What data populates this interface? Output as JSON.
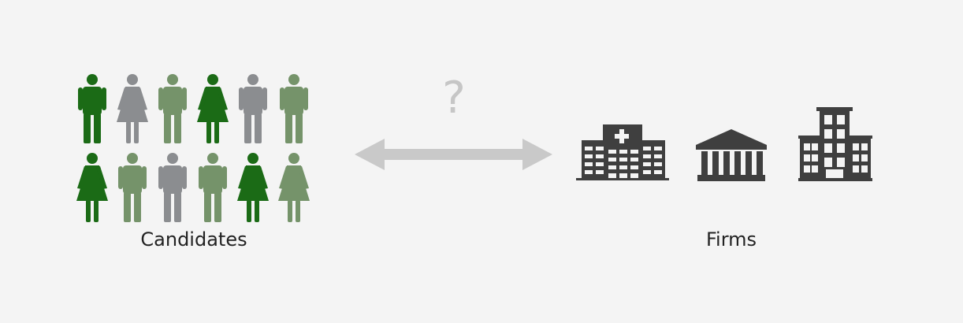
{
  "labels": {
    "candidates": "Candidates",
    "firms": "Firms",
    "question": "?"
  },
  "colors": {
    "background": "#f4f4f4",
    "dark_green": "#1b6b16",
    "light_green": "#75936a",
    "gray": "#8b8d90",
    "building": "#3f3f3f",
    "arrow": "#c9c9c9"
  },
  "candidates": [
    {
      "gender": "male",
      "color": "dark_green"
    },
    {
      "gender": "female",
      "color": "gray"
    },
    {
      "gender": "male",
      "color": "light_green"
    },
    {
      "gender": "female",
      "color": "dark_green"
    },
    {
      "gender": "male",
      "color": "gray"
    },
    {
      "gender": "male",
      "color": "light_green"
    },
    {
      "gender": "female",
      "color": "dark_green"
    },
    {
      "gender": "male",
      "color": "light_green"
    },
    {
      "gender": "male",
      "color": "gray"
    },
    {
      "gender": "male",
      "color": "light_green"
    },
    {
      "gender": "female",
      "color": "dark_green"
    },
    {
      "gender": "female",
      "color": "light_green"
    }
  ],
  "firms": [
    {
      "type": "hospital",
      "icon": "hospital-icon"
    },
    {
      "type": "bank",
      "icon": "bank-icon"
    },
    {
      "type": "office",
      "icon": "office-building-icon"
    }
  ]
}
